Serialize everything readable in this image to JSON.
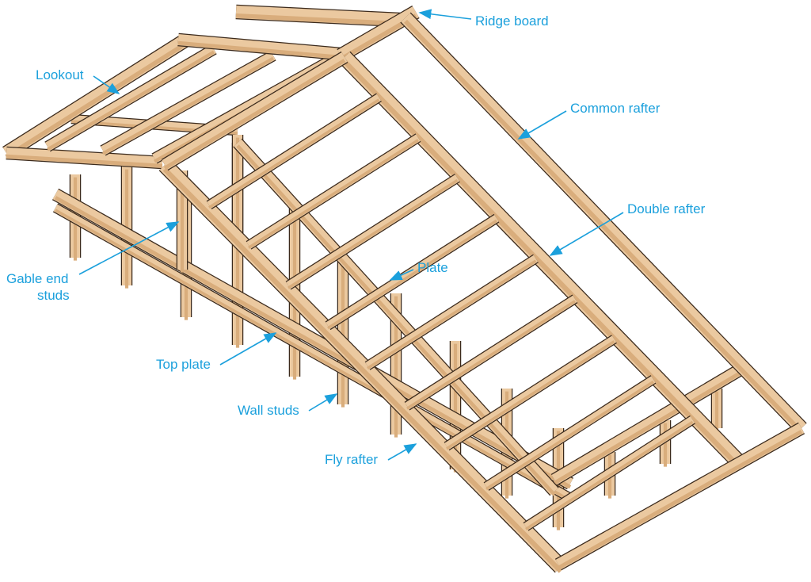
{
  "title": "Roof framing with gable end overhang",
  "colors": {
    "label": "#1ba0dc",
    "wood": "#ebc9a0",
    "wood_dark": "#d9ad7c",
    "outline": "#3b2a1c"
  },
  "labels": {
    "ridge_board": "Ridge board",
    "lookout": "Lookout",
    "common_rafter": "Common rafter",
    "double_rafter": "Double rafter",
    "plate": "Plate",
    "gable_end_studs_line1": "Gable end",
    "gable_end_studs_line2": "studs",
    "top_plate": "Top plate",
    "wall_studs": "Wall studs",
    "fly_rafter": "Fly rafter"
  }
}
